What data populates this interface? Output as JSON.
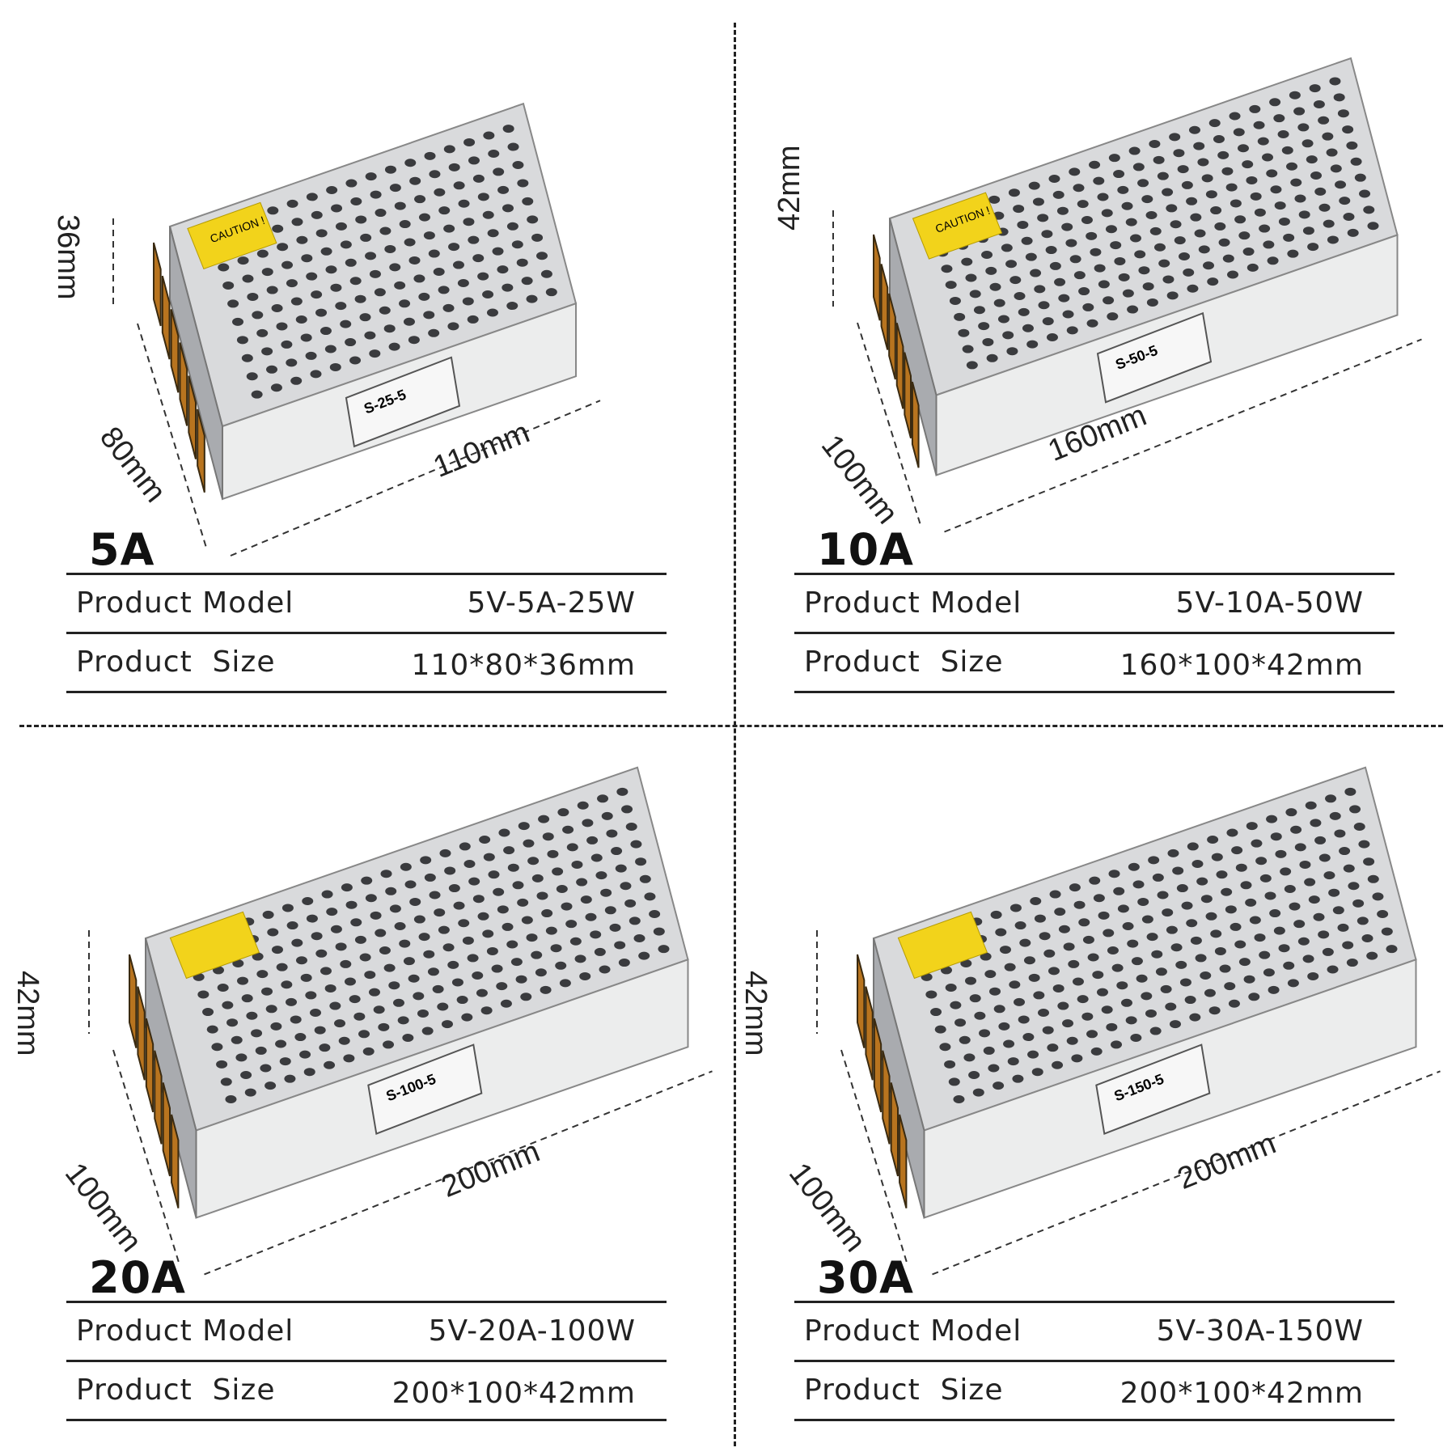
{
  "products": [
    {
      "rating": "5A",
      "height_label": "36mm",
      "depth_label": "80mm",
      "length_label": "110mm",
      "case_model_label": "S-25-5",
      "caution_label": "CAUTION !",
      "specs": [
        {
          "label": "Product Model",
          "value": "5V-5A-25W"
        },
        {
          "label": "Product  Size",
          "value": "110*80*36mm"
        }
      ]
    },
    {
      "rating": "10A",
      "height_label": "42mm",
      "depth_label": "100mm",
      "length_label": "160mm",
      "case_model_label": "S-50-5",
      "caution_label": "CAUTION !",
      "specs": [
        {
          "label": "Product Model",
          "value": "5V-10A-50W"
        },
        {
          "label": "Product  Size",
          "value": "160*100*42mm"
        }
      ]
    },
    {
      "rating": "20A",
      "height_label": "42mm",
      "depth_label": "100mm",
      "length_label": "200mm",
      "case_model_label": "S-100-5",
      "caution_label": "",
      "specs": [
        {
          "label": "Product Model",
          "value": "5V-20A-100W"
        },
        {
          "label": "Product  Size",
          "value": "200*100*42mm"
        }
      ]
    },
    {
      "rating": "30A",
      "height_label": "42mm",
      "depth_label": "100mm",
      "length_label": "200mm",
      "case_model_label": "S-150-5",
      "caution_label": "",
      "specs": [
        {
          "label": "Product Model",
          "value": "5V-30A-150W"
        },
        {
          "label": "Product  Size",
          "value": "200*100*42mm"
        }
      ]
    }
  ],
  "colors": {
    "metal": "#d9dadc",
    "metal_dark": "#a9abaf",
    "label_yellow": "#f2d31b",
    "terminal": "#b8741f",
    "rule": "#222222"
  }
}
